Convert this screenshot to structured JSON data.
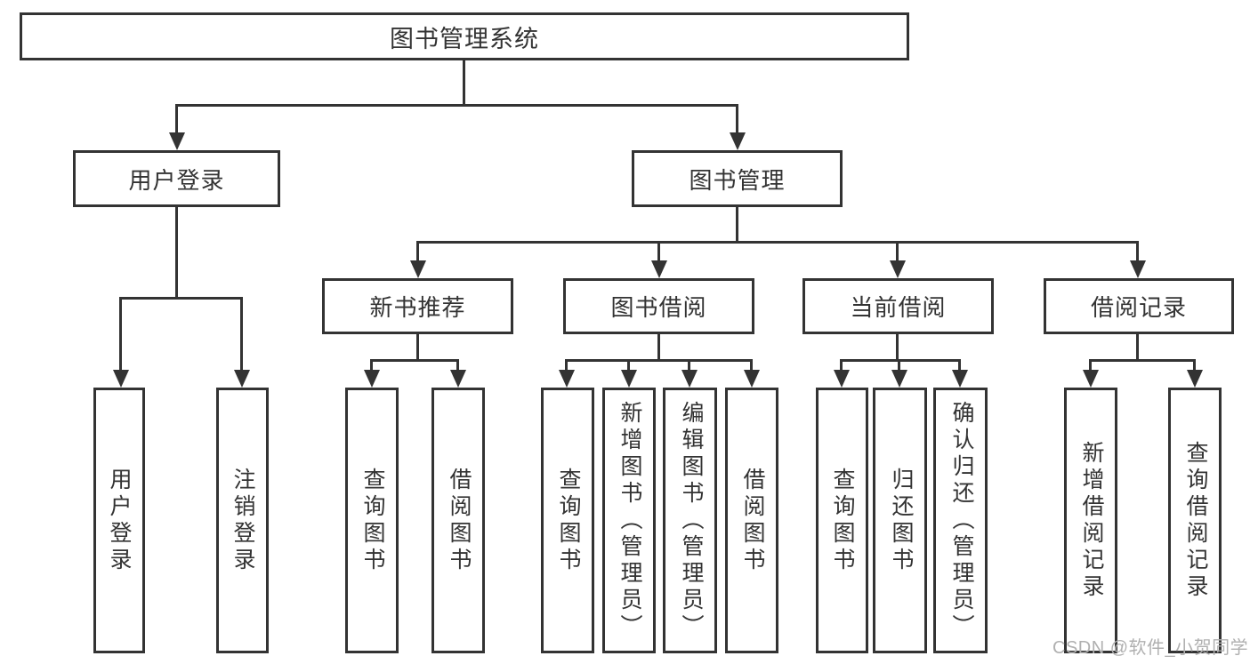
{
  "diagram": {
    "title": "图书管理系统",
    "level2": [
      {
        "label": "用户登录"
      },
      {
        "label": "图书管理"
      }
    ],
    "level3": [
      {
        "label": "新书推荐"
      },
      {
        "label": "图书借阅"
      },
      {
        "label": "当前借阅"
      },
      {
        "label": "借阅记录"
      }
    ],
    "leaves": [
      {
        "label": "用户登录"
      },
      {
        "label": "注销登录"
      },
      {
        "label": "查询图书"
      },
      {
        "label": "借阅图书"
      },
      {
        "label": "查询图书"
      },
      {
        "label": "新增图书（管理员）"
      },
      {
        "label": "编辑图书（管理员）"
      },
      {
        "label": "借阅图书"
      },
      {
        "label": "查询图书"
      },
      {
        "label": "归还图书"
      },
      {
        "label": "确认归还（管理员）"
      },
      {
        "label": "新增借阅记录"
      },
      {
        "label": "查询借阅记录"
      }
    ]
  },
  "watermark": "CSDN @软件_小贺同学",
  "colors": {
    "line": "#333333",
    "text": "#333333",
    "box_fill": "#ffffff",
    "watermark": "#b0b0b0",
    "background": "#ffffff"
  }
}
